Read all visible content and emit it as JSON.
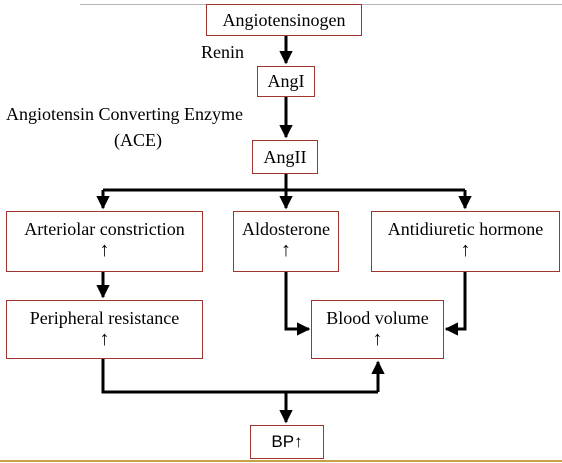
{
  "colors": {
    "box_border": "#a0352d",
    "connector": "#000000",
    "top_rule": "#b7b7b7",
    "bottom_rule": "#c8a045"
  },
  "nodes": {
    "angiotensinogen": "Angiotensinogen",
    "angI": "AngI",
    "angII": "AngII",
    "arteriolar": "Arteriolar constriction",
    "aldosterone": "Aldosterone",
    "adh": "Antidiuretic hormone",
    "peripheral": "Peripheral resistance",
    "blood_volume": "Blood volume",
    "bp": "BP↑"
  },
  "increase_mark": "↑",
  "labels": {
    "renin": "Renin",
    "ace_line1": "Angiotensin Converting Enzyme",
    "ace_line2": "(ACE)"
  }
}
